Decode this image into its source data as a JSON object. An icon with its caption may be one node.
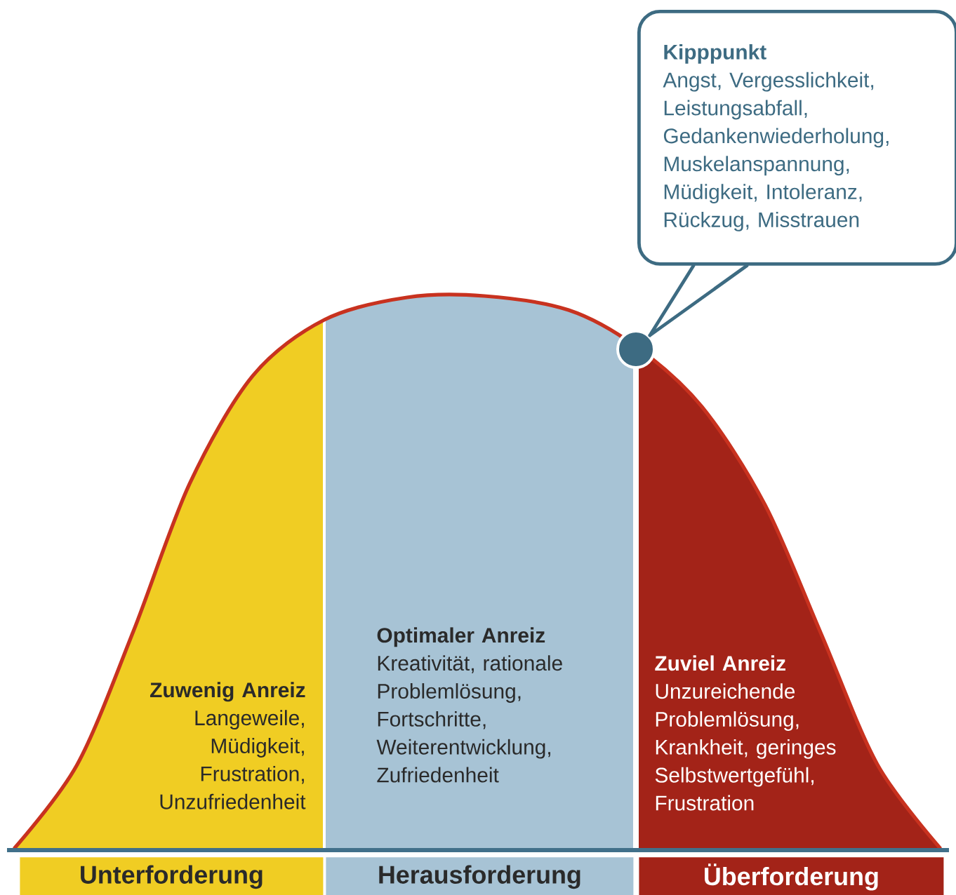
{
  "diagram": {
    "nodes": [
      {
        "text": [
          "Kipppunkt",
          "Angst, Vergesslichkeit, Leistungsabfall, Gedankenwiederholung, Muskelanspannung, Müdigkeit, Intoleranz, Rückzug, Misstrauen"
        ]
      },
      {
        "text": [],
        "shape": "circle"
      },
      {
        "text": [
          "Zuwenig Anreiz",
          "Langeweile, Müdigkeit, Frustration, Unzufriedenheit"
        ]
      },
      {
        "text": [
          "Optimaler Anreiz",
          "Kreativität, rationale Problemlösung, Fortschritte, Weiterentwicklung, Zufriedenheit"
        ]
      },
      {
        "text": [
          "Zuviel Anreiz",
          "Unzureichende Problemlösung, Krankheit, geringes Selbstwertgefühl, Frustration"
        ]
      },
      {
        "text": [
          "Unterforderung"
        ]
      },
      {
        "text": [
          "Herausforderung"
        ]
      },
      {
        "text": [
          "Überforderung"
        ]
      }
    ],
    "edges": [
      {
        "from": 0,
        "to": 1,
        "arrow": "none"
      }
    ]
  }
}
